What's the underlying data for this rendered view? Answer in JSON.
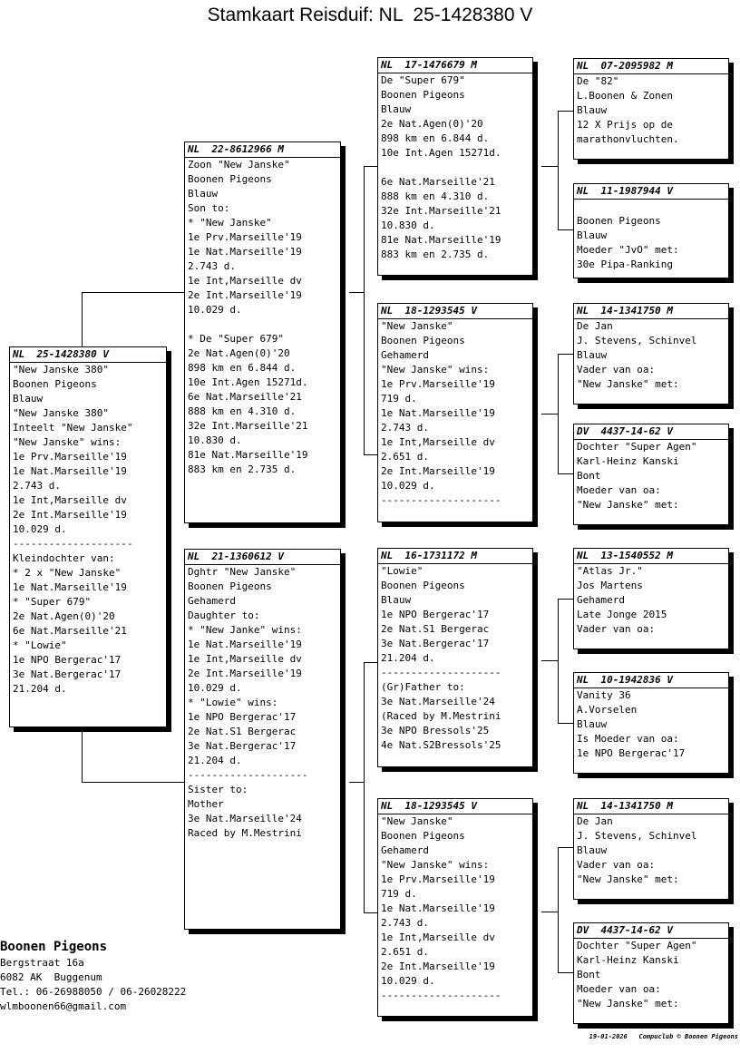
{
  "title": "Stamkaart Reisduif: NL  25-1428380 V",
  "birds": [
    {
      "id": "main",
      "header": "NL  25-1428380 V",
      "lines": [
        "\"New Janske 380\"",
        "Boonen Pigeons",
        "Blauw",
        "\"New Janske 380\"",
        "Inteelt \"New Janske\"",
        "\"New Janske\" wins:",
        "1e Prv.Marseille'19",
        "1e Nat.Marseille'19",
        "2.743 d.",
        "1e Int,Marseille dv",
        "2e Int.Marseille'19",
        "10.029 d.",
        "--------------------",
        "Kleindochter van:",
        "* 2 x \"New Janske\"",
        "1e Nat.Marseille'19",
        "* \"Super 679\"",
        "2e Nat.Agen(0)'20",
        "6e Nat.Marseille'21",
        "* \"Lowie\"",
        "1e NPO Bergerac'17",
        "3e Nat.Bergerac'17",
        "21.204 d."
      ]
    },
    {
      "id": "sire",
      "header": "NL  22-8612966 M",
      "lines": [
        "Zoon \"New Janske\"",
        "Boonen Pigeons",
        "Blauw",
        "Son to:",
        "* \"New Janske\"",
        "1e Prv.Marseille'19",
        "1e Nat.Marseille'19",
        "2.743 d.",
        "1e Int,Marseille dv",
        "2e Int.Marseille'19",
        "10.029 d.",
        "",
        "* De \"Super 679\"",
        "2e Nat.Agen(0)'20",
        "898 km en 6.844 d.",
        "10e Int.Agen 15271d.",
        "6e Nat.Marseille'21",
        "888 km en 4.310 d.",
        "32e Int.Marseille'21",
        "10.830 d.",
        "81e Nat.Marseille'19",
        "883 km en 2.735 d."
      ]
    },
    {
      "id": "dam",
      "header": "NL  21-1360612 V",
      "lines": [
        "Dghtr \"New Janske\"",
        "Boonen Pigeons",
        "Gehamerd",
        "Daughter to:",
        "* \"New Janke\" wins:",
        "1e Nat.Marseille'19",
        "1e Int,Marseille dv",
        "2e Int.Marseille'19",
        "10.029 d.",
        "* \"Lowie\" wins:",
        "1e NPO Bergerac'17",
        "2e Nat.S1 Bergerac",
        "3e Nat.Bergerac'17",
        "21.204 d.",
        "--------------------",
        "Sister to:",
        "Mother",
        "3e Nat.Marseille'24",
        "Raced by M.Mestrini"
      ]
    },
    {
      "id": "ss",
      "header": "NL  17-1476679 M",
      "lines": [
        "De \"Super 679\"",
        "Boonen Pigeons",
        "Blauw",
        "2e Nat.Agen(0)'20",
        "898 km en 6.844 d.",
        "10e Int.Agen 15271d.",
        "",
        "6e Nat.Marseille'21",
        "888 km en 4.310 d.",
        "32e Int.Marseille'21",
        "10.830 d.",
        "81e Nat.Marseille'19",
        "883 km en 2.735 d."
      ]
    },
    {
      "id": "sd",
      "header": "NL  18-1293545 V",
      "lines": [
        "\"New Janske\"",
        "Boonen Pigeons",
        "Gehamerd",
        "\"New Janske\" wins:",
        "1e Prv.Marseille'19",
        "719 d.",
        "1e Nat.Marseille'19",
        "2.743 d.",
        "1e Int,Marseille dv",
        "2.651 d.",
        "2e Int.Marseille'19",
        "10.029 d.",
        "--------------------"
      ]
    },
    {
      "id": "ds",
      "header": "NL  16-1731172 M",
      "lines": [
        "\"Lowie\"",
        "Boonen Pigeons",
        "Blauw",
        "1e NPO Bergerac'17",
        "2e Nat.S1 Bergerac",
        "3e Nat.Bergerac'17",
        "21.204 d.",
        "--------------------",
        "(Gr)Father to:",
        "3e Nat.Marseille'24",
        "(Raced by M.Mestrini",
        "3e NPO Bressols'25",
        "4e Nat.S2Bressols'25"
      ]
    },
    {
      "id": "dd",
      "header": "NL  18-1293545 V",
      "lines": [
        "\"New Janske\"",
        "Boonen Pigeons",
        "Gehamerd",
        "\"New Janske\" wins:",
        "1e Prv.Marseille'19",
        "719 d.",
        "1e Nat.Marseille'19",
        "2.743 d.",
        "1e Int,Marseille dv",
        "2.651 d.",
        "2e Int.Marseille'19",
        "10.029 d.",
        "--------------------"
      ]
    },
    {
      "id": "sss",
      "header": "NL  07-2095982 M",
      "lines": [
        "De \"82\"",
        "L.Boonen & Zonen",
        "Blauw",
        "12 X Prijs op de",
        "marathonvluchten."
      ]
    },
    {
      "id": "ssd",
      "header": "NL  11-1987944 V",
      "lines": [
        "",
        "Boonen Pigeons",
        "Blauw",
        "Moeder \"JvO\" met:",
        "30e Pipa-Ranking"
      ]
    },
    {
      "id": "sds",
      "header": "NL  14-1341750 M",
      "lines": [
        "De Jan",
        "J. Stevens, Schinvel",
        "Blauw",
        "Vader van oa:",
        "\"New Janske\" met:"
      ]
    },
    {
      "id": "sdd",
      "header": "DV  4437-14-62 V",
      "lines": [
        "Dochter \"Super Agen\"",
        "Karl-Heinz Kanski",
        "Bont",
        "Moeder van oa:",
        "\"New Janske\" met:"
      ]
    },
    {
      "id": "dss",
      "header": "NL  13-1540552 M",
      "lines": [
        "\"Atlas Jr.\"",
        "Jos Martens",
        "Gehamerd",
        "Late Jonge 2015",
        "Vader van oa:"
      ]
    },
    {
      "id": "dsd",
      "header": "NL  10-1942836 V",
      "lines": [
        "Vanity 36",
        "A.Vorselen",
        "Blauw",
        "Is Moeder van oa:",
        "1e NPO Bergerac'17"
      ]
    },
    {
      "id": "dds",
      "header": "NL  14-1341750 M",
      "lines": [
        "De Jan",
        "J. Stevens, Schinvel",
        "Blauw",
        "Vader van oa:",
        "\"New Janske\" met:"
      ]
    },
    {
      "id": "ddd",
      "header": "DV  4437-14-62 V",
      "lines": [
        "Dochter \"Super Agen\"",
        "Karl-Heinz Kanski",
        "Bont",
        "Moeder van oa:",
        "\"New Janske\" met:"
      ]
    }
  ],
  "breeder": {
    "name": "Boonen Pigeons",
    "lines": [
      "Bergstraat 16a",
      "6082 AK  Buggenum",
      "Tel.: 06-26988050 / 06-26028222",
      "wlmboonen66@gmail.com"
    ]
  },
  "footer": "19-01-2026   Compuclub © Boonen Pigeons"
}
